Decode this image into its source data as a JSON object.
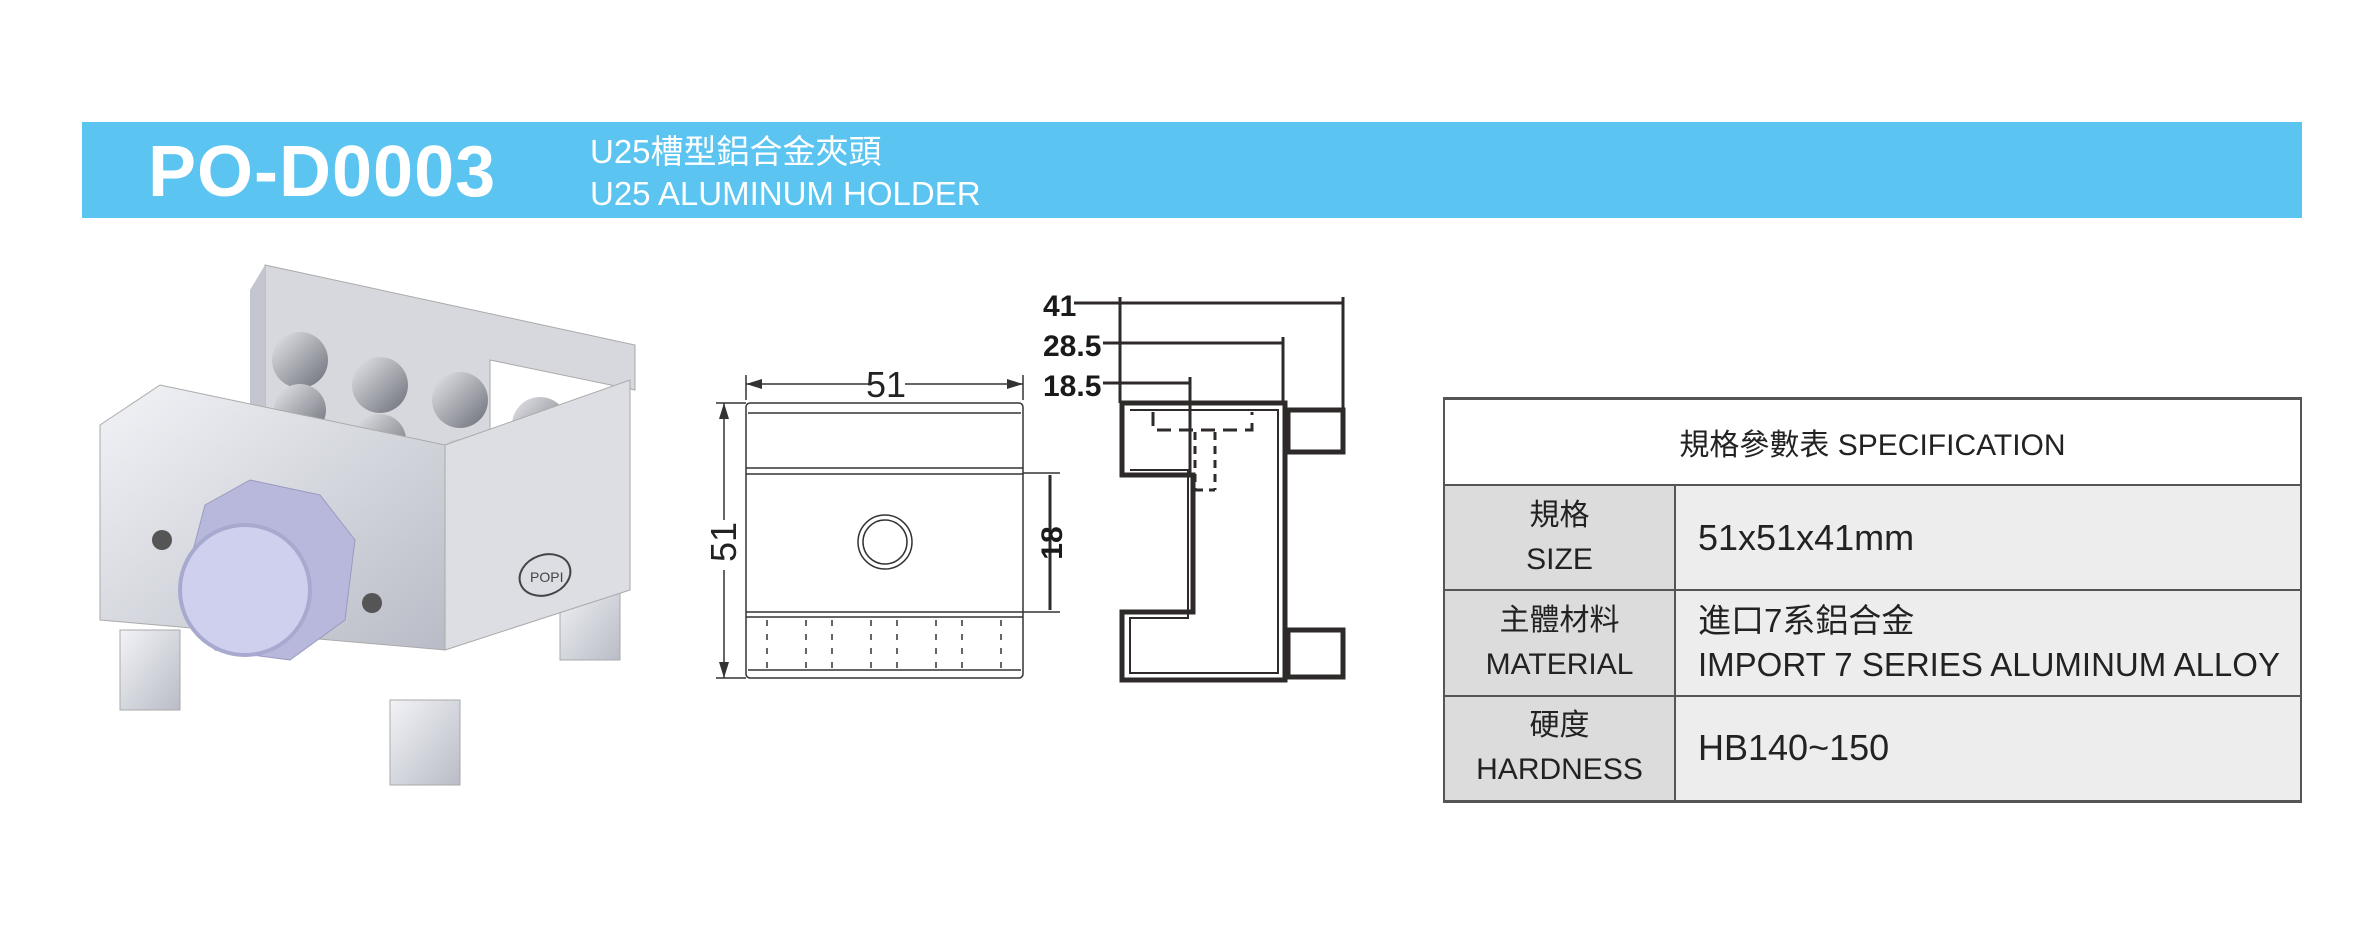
{
  "header": {
    "code": "PO-D0003",
    "title_zh": "U25槽型鋁合金夾頭",
    "title_en": "U25 ALUMINUM HOLDER",
    "band_color": "#5bc4f0"
  },
  "product_image": {
    "logo_text": "POPI"
  },
  "drawing": {
    "front_width": "51",
    "front_height": "51",
    "side_dims": [
      "41",
      "28.5",
      "18.5"
    ],
    "slot_dim": "18"
  },
  "spec": {
    "title": "規格參數表 SPECIFICATION",
    "rows": [
      {
        "label_zh": "規格",
        "label_en": "SIZE",
        "value": [
          "51x51x41mm"
        ]
      },
      {
        "label_zh": "主體材料",
        "label_en": "MATERIAL",
        "value": [
          "進口7系鋁合金",
          "IMPORT 7 SERIES ALUMINUM ALLOY"
        ]
      },
      {
        "label_zh": "硬度",
        "label_en": "HARDNESS",
        "value": [
          "HB140~150"
        ]
      }
    ]
  }
}
